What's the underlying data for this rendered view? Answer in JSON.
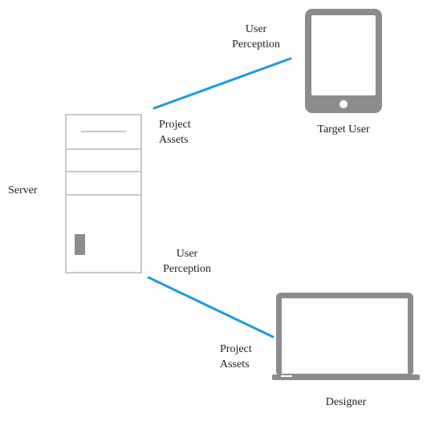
{
  "colors": {
    "connector": "#1e9ae6",
    "device_outline": "#c8c8c8",
    "device_fill": "#8c8c8c",
    "text": "#222222"
  },
  "nodes": {
    "server": {
      "label": "Server",
      "icon": "server-tower-icon"
    },
    "target_user": {
      "label": "Target User",
      "icon": "tablet-icon"
    },
    "designer": {
      "label": "Designer",
      "icon": "laptop-icon"
    }
  },
  "edges": {
    "server_to_target_user": {
      "near_target_label_line1": "User",
      "near_target_label_line2": "Perception",
      "near_server_label_line1": "Project",
      "near_server_label_line2": "Assets"
    },
    "server_to_designer": {
      "near_server_label_line1": "User",
      "near_server_label_line2": "Perception",
      "near_target_label_line1": "Project",
      "near_target_label_line2": "Assets"
    }
  }
}
